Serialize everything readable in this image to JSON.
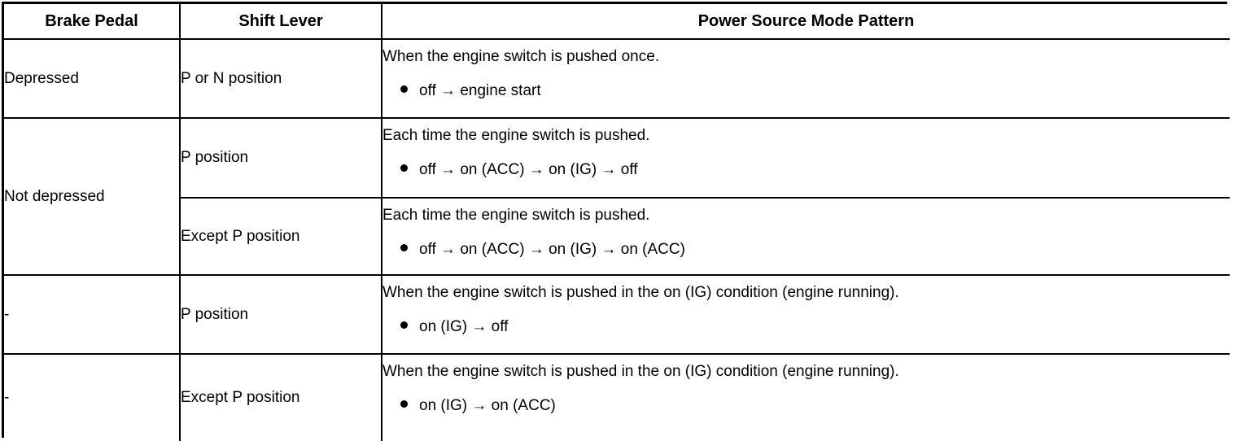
{
  "table": {
    "headers": [
      {
        "label": "Brake Pedal",
        "name": "header-brake-pedal"
      },
      {
        "label": "Shift Lever",
        "name": "header-shift-lever"
      },
      {
        "label": "Power Source Mode Pattern",
        "name": "header-power-source-mode-pattern"
      }
    ],
    "rows": [
      {
        "brake_pedal": "Depressed",
        "shift_lever": "P or N position",
        "mode_description": "When the engine switch is pushed once.",
        "mode_pattern": "off → engine start"
      },
      {
        "brake_pedal": "Not depressed",
        "shift_lever": "P position",
        "mode_description": "Each time the engine switch is pushed.",
        "mode_pattern": "off → on (ACC) → on (IG) → off"
      },
      {
        "brake_pedal": "",
        "shift_lever": "Except P position",
        "mode_description": "Each time the engine switch is pushed.",
        "mode_pattern": "off → on (ACC) → on (IG) → on (ACC)"
      },
      {
        "brake_pedal": "-",
        "shift_lever": "P position",
        "mode_description": "When the engine switch is pushed in the on (IG) condition (engine running).",
        "mode_pattern": "on (IG) → off"
      },
      {
        "brake_pedal": "-",
        "shift_lever": "Except P position",
        "mode_description": "When the engine switch is pushed in the on (IG) condition (engine running).",
        "mode_pattern": "on (IG) → on (ACC)"
      }
    ]
  },
  "style": {
    "border_color": "#000000",
    "text_color": "#000000",
    "background": "#ffffff"
  }
}
